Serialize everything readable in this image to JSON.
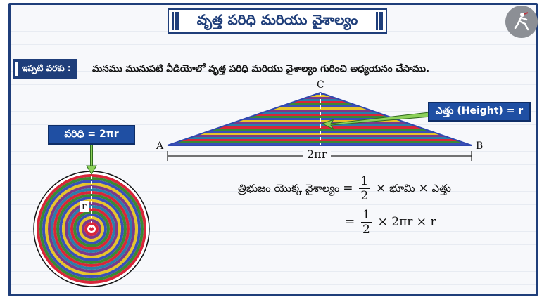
{
  "title": "వృత్త పరిధి మరియు వైశాల్యం",
  "so_far_label": "ఇప్పటి వరకు :",
  "so_far_text": "మనము మునుపటి వీడియోలో వృత్త పరిధి మరియు వైశాల్యం గురించి అధ్యయనం చేసాము.",
  "vertex_a": "A",
  "vertex_b": "B",
  "vertex_c": "C",
  "base_label": "2πr",
  "height_label": "ఎత్తు (Height) = r",
  "circumference_label": "పరిధి = 2πr",
  "radius_label": "r",
  "formula": {
    "lhs": "త్రిభుజం యొక్క వైశాల్యం",
    "eq": "=",
    "frac_num": "1",
    "frac_den": "2",
    "times": "×",
    "base_word": "భూమి",
    "height_word": "ఎత్తు",
    "line2_rest": "× 2πr × r"
  },
  "colors": {
    "accent": "#1f3e7a",
    "label_box": "#1f4fa3",
    "arrow": "#8cd15a"
  },
  "logo_icon": "running-figure-icon"
}
